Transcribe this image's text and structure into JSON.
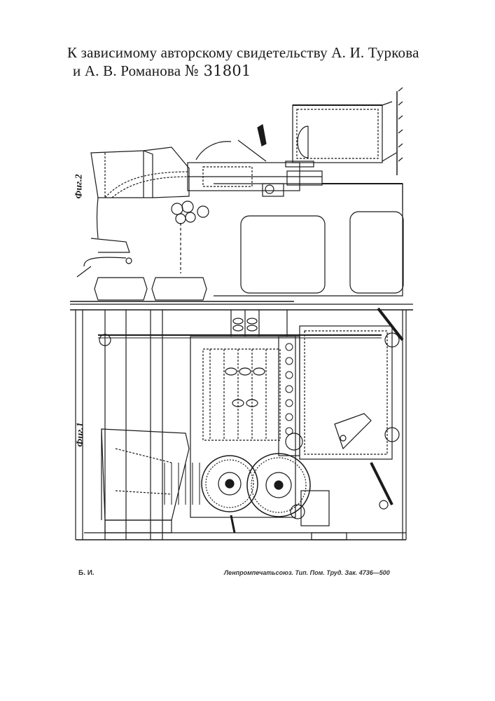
{
  "document": {
    "title_line1": "К зависимому авторскому свидетельству А. И. Туркова",
    "title_line2_prefix": "и А. В. Романова ",
    "title_number": "№ 31801"
  },
  "figures": {
    "fig2_label": "Фиг.2",
    "fig1_label": "Фиг.1"
  },
  "footer": {
    "left": "Б. И.",
    "right": "Ленпромпечатьсоюз. Тип. Пом. Труд. Зак. 4736—500"
  },
  "colors": {
    "ink": "#1a1a1a",
    "paper": "#ffffff"
  }
}
